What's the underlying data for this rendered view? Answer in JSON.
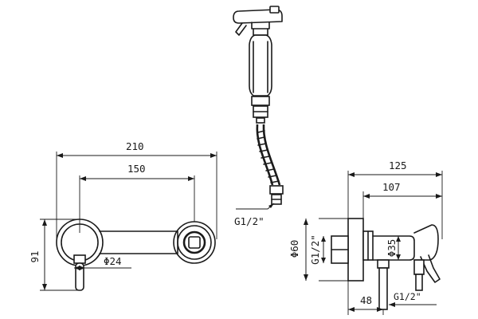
{
  "dimensions": {
    "front_total_width": "210",
    "front_center_distance": "150",
    "front_height": "91",
    "front_handle_diameter": "Φ24",
    "side_total_depth": "125",
    "side_body_depth": "107",
    "side_wall_depth": "48",
    "side_plate_diameter": "Φ60",
    "side_body_diameter": "Φ35",
    "side_inlet_thread": "G1/2\"",
    "side_outlet_thread": "G1/2\"",
    "hose_thread": "G1/2\""
  }
}
